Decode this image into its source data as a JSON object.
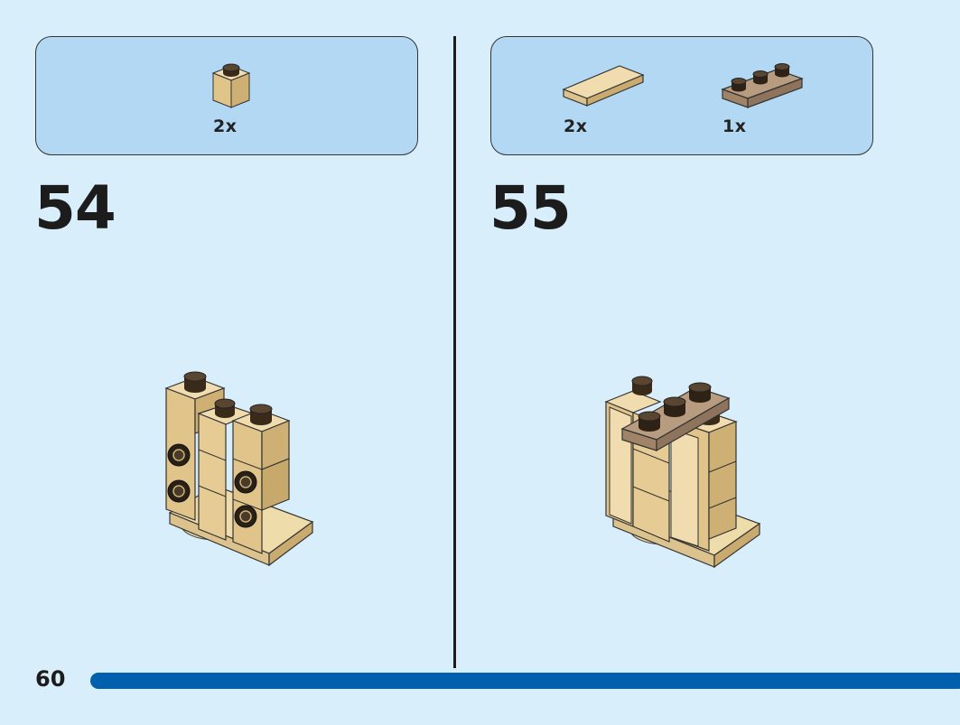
{
  "steps": [
    {
      "number": "54",
      "parts": [
        {
          "icon": "tan-brick-1x1-icon",
          "quantity": "2x"
        }
      ]
    },
    {
      "number": "55",
      "parts": [
        {
          "icon": "tan-tile-1x4-icon",
          "quantity": "2x"
        },
        {
          "icon": "dark-tan-plate-1x3-icon",
          "quantity": "1x"
        }
      ]
    }
  ],
  "page": {
    "number": "60"
  },
  "colors": {
    "background": "#d8eefb",
    "parts_box": "#b3d8f4",
    "tan": "#e4cd9a",
    "dark_tan": "#a88c72",
    "progress_bar": "#0060ae"
  }
}
